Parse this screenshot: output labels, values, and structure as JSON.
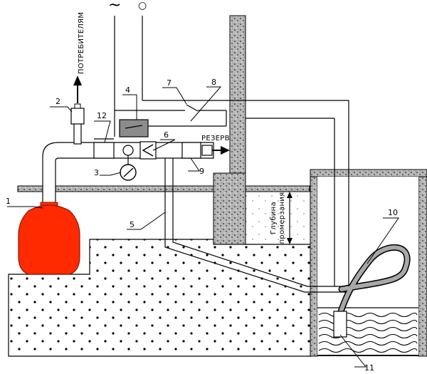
{
  "labels": {
    "consumers": "ПОТРЕБИТЕЛЯМ",
    "reserve": "РЕЗЕРВ",
    "frost_line_1": "Глубина",
    "frost_line_2": "промерзания"
  },
  "callouts": [
    "1",
    "2",
    "3",
    "4",
    "5",
    "6",
    "7",
    "8",
    "9",
    "10",
    "11",
    "12"
  ],
  "colors": {
    "tank": "#ff2a00",
    "tank_stroke": "#8a1500",
    "concrete": "#9a9a9a",
    "soil_dots": "#000000",
    "gray_box": "#8c8c8c",
    "water_line": "#000000"
  },
  "symbols": {
    "ac": "~",
    "power": "○"
  }
}
